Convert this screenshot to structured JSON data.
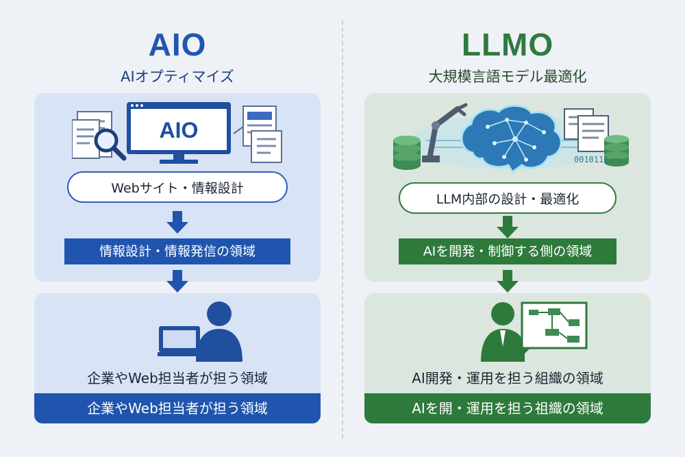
{
  "aio": {
    "title": "AIO",
    "subtitle": "AIオプティマイズ",
    "monitor_text": "AIO",
    "pill": "Webサイト・情報設計",
    "band": "情報設計・情報発信の領域",
    "caption": "企業やWeb担当者が担う領域",
    "footer": "企業やWeb担当者が担う領域",
    "accent": "#1f55ae"
  },
  "llmo": {
    "title": "LLMO",
    "subtitle": "大規模言語モデル最適化",
    "binary_text": "0010111",
    "pill": "LLM内部の設計・最適化",
    "band": "AIを開発・制御する側の領域",
    "caption": "AI開発・運用を担う組織の領域",
    "footer": "AIを開・運用を担う祖織の領域",
    "accent": "#2e7a3c"
  },
  "icons": {
    "aio_top": [
      "document-icon",
      "magnifier-icon",
      "monitor-icon",
      "documents-icon"
    ],
    "aio_bottom": [
      "person-laptop-icon"
    ],
    "llmo_top": [
      "robot-arm-icon",
      "database-icon",
      "brain-circuit-icon",
      "documents-icon"
    ],
    "llmo_bottom": [
      "presenter-icon",
      "flowchart-board-icon"
    ],
    "arrows": "arrow-down-icon"
  }
}
